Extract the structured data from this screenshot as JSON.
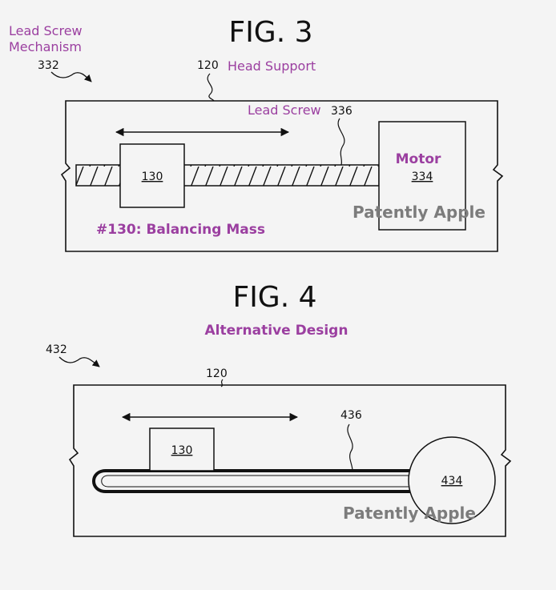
{
  "fig3": {
    "title": "FIG. 3",
    "callout_lead_screw_mechanism": "Lead Screw\nMechanism",
    "ref_332": "332",
    "ref_120": "120",
    "callout_head_support": "Head Support",
    "callout_lead_screw": "Lead Screw",
    "ref_336": "336",
    "ref_130": "130",
    "motor_label": "Motor",
    "ref_334": "334",
    "balancing_mass": "#130: Balancing Mass",
    "watermark": "Patently Apple"
  },
  "fig4": {
    "title": "FIG. 4",
    "callout_alternative": "Alternative Design",
    "ref_432": "432",
    "ref_120": "120",
    "ref_436": "436",
    "ref_130": "130",
    "ref_434": "434",
    "watermark": "Patently Apple"
  },
  "colors": {
    "annotation": "#9b3fa0",
    "watermark": "#7c7c7c",
    "background": "#f4f4f4"
  }
}
